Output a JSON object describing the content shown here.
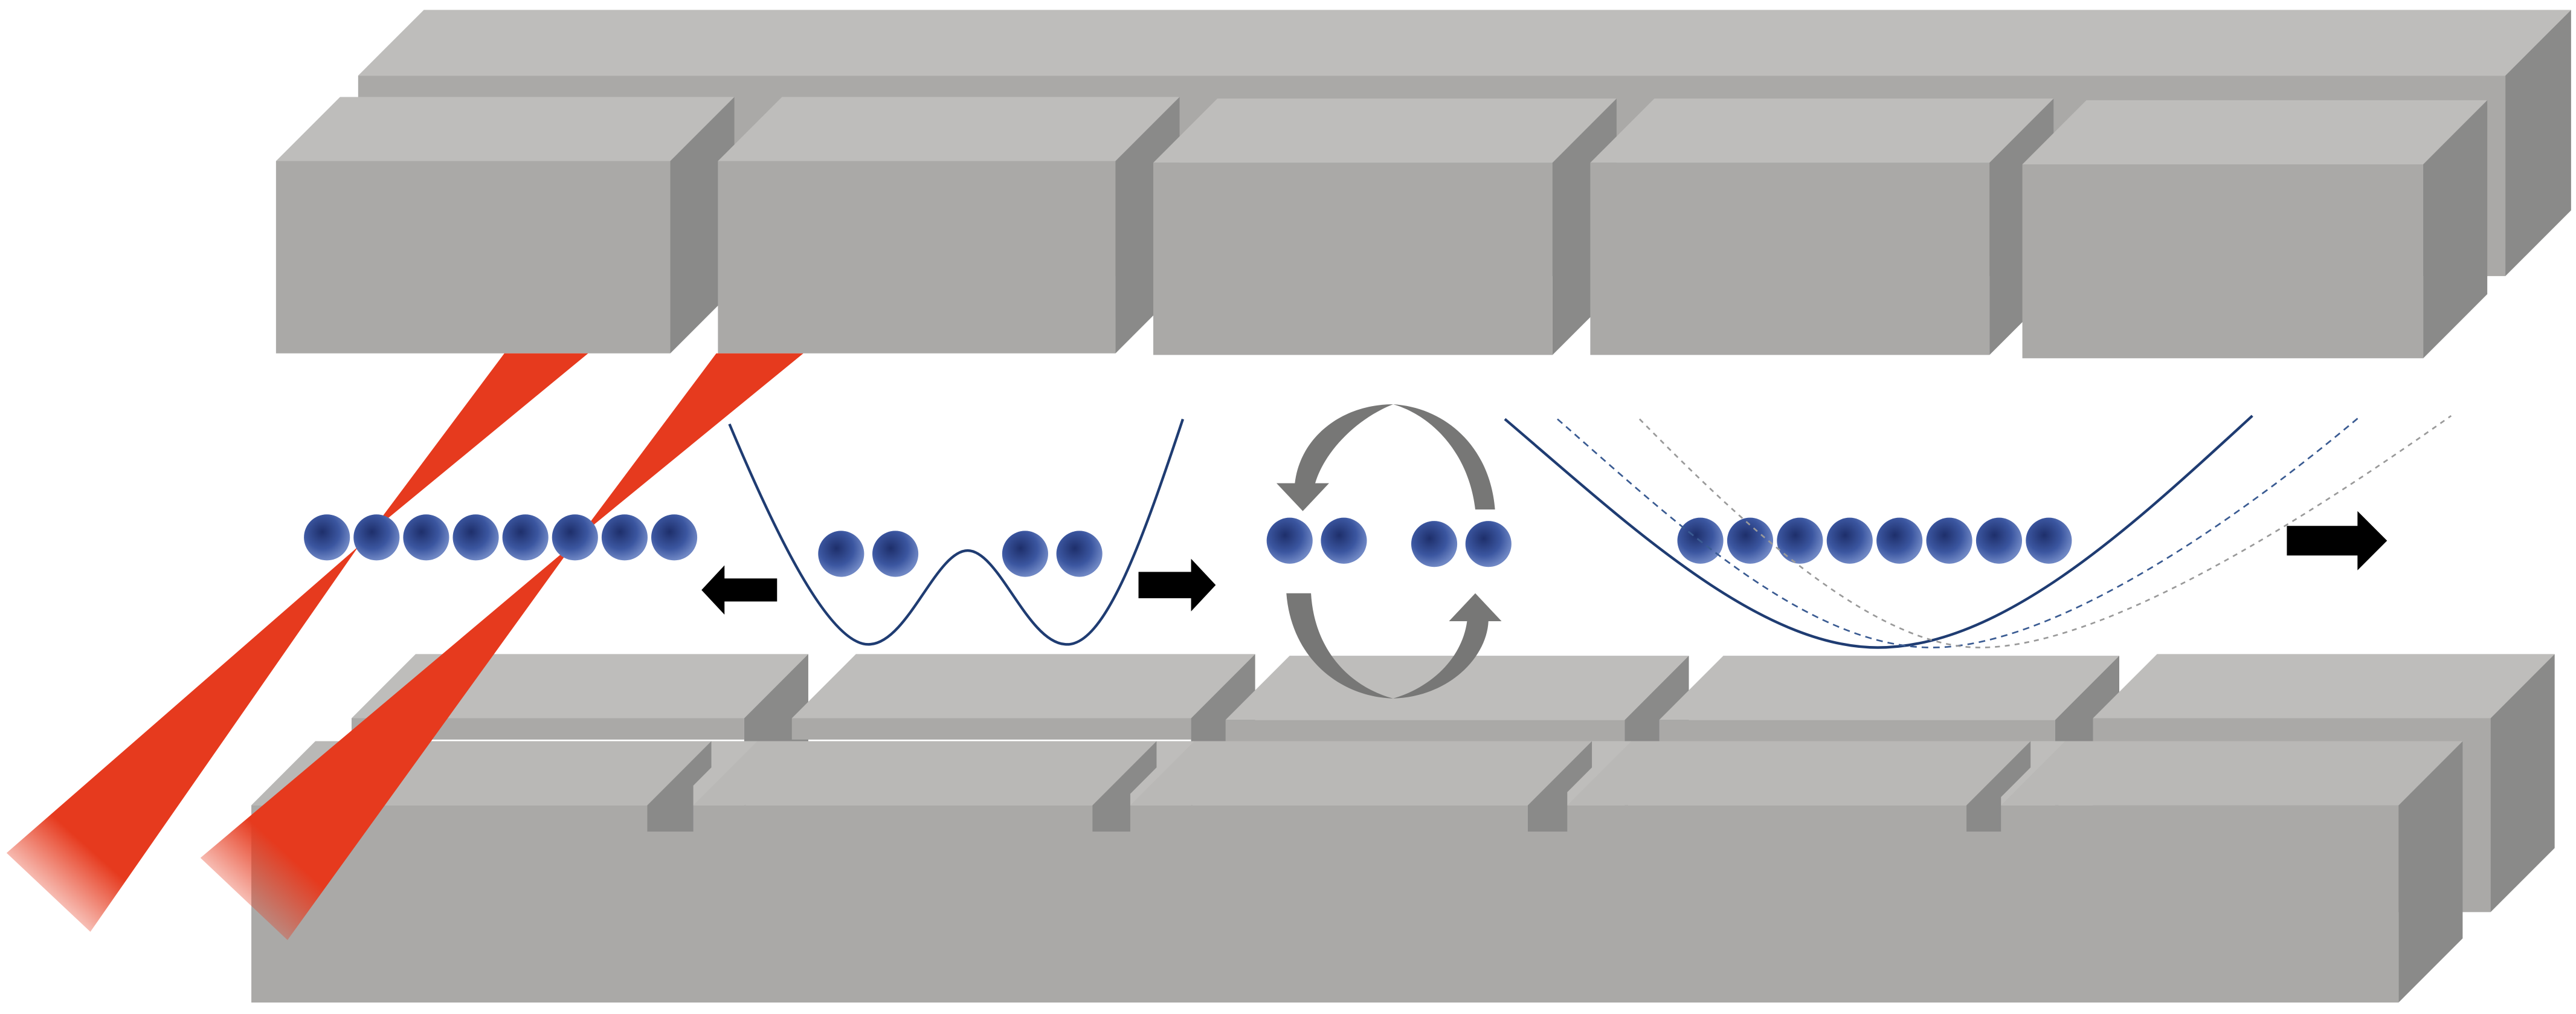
{
  "colors": {
    "background": "#ffffff",
    "electrode_front": "#aaa9a7",
    "electrode_top": "#bebdbb",
    "electrode_side": "#8a8a89",
    "laser": "#e63a1e",
    "ion_dark": "#1e2f6b",
    "ion_mid": "#3b56a0",
    "ion_light": "#6f87c4",
    "potential_line": "#1f3c72",
    "arrow": "#000000",
    "swap_arrow": "#777776"
  },
  "diagram": {
    "upper_electrode_segments": 5,
    "lower_electrode_segments": 5,
    "laser_beams": 2,
    "ion_groups": [
      {
        "name": "laser-interaction-chain",
        "ion_count": 8
      },
      {
        "name": "double-well-pair-left",
        "ion_count": 2
      },
      {
        "name": "double-well-pair-right",
        "ion_count": 2
      },
      {
        "name": "swap-pair-left",
        "ion_count": 2
      },
      {
        "name": "swap-pair-right",
        "ion_count": 2
      },
      {
        "name": "transport-chain",
        "ion_count": 8
      }
    ],
    "potentials": [
      {
        "name": "double-well-potential",
        "shape": "double-well"
      },
      {
        "name": "harmonic-potential",
        "shape": "harmonic",
        "shifted_copies": 2
      }
    ],
    "arrows": [
      {
        "name": "move-left-arrow",
        "icon": "arrow-left-icon"
      },
      {
        "name": "move-right-arrow",
        "icon": "arrow-right-icon"
      },
      {
        "name": "transport-right-arrow",
        "icon": "arrow-right-icon"
      },
      {
        "name": "swap-rotation",
        "icon": "rotate-icon"
      }
    ]
  }
}
